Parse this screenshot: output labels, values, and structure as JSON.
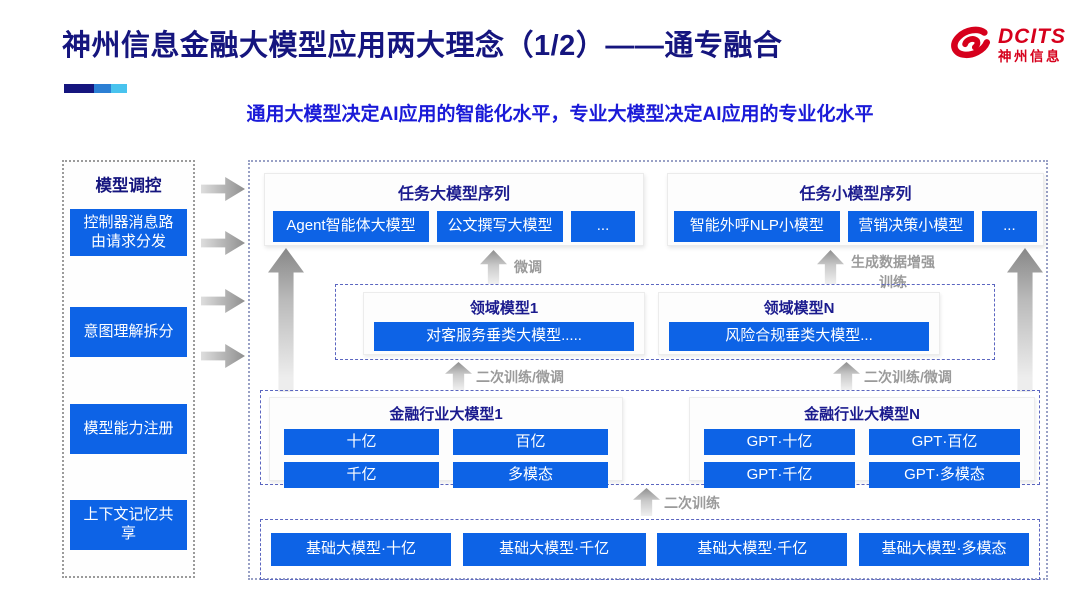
{
  "header": {
    "title": "神州信息金融大模型应用两大理念（1/2）——通专融合",
    "subtitle": "通用大模型决定AI应用的智能化水平，专业大模型决定AI应用的专业化水平",
    "logo_en": "DCITS",
    "logo_cn": "神州信息"
  },
  "colors": {
    "button_blue": "#0d63e6",
    "title_navy": "#15157e",
    "subtitle_blue": "#1a1ad8",
    "logo_red": "#d6001c",
    "label_gray": "#9a9a9a"
  },
  "sidebar": {
    "title": "模型调控",
    "items": [
      "控制器消息路由请求分发",
      "意图理解拆分",
      "模型能力注册",
      "上下文记忆共享"
    ]
  },
  "diagram": {
    "task_large": {
      "title": "任务大模型序列",
      "items": [
        "Agent智能体大模型",
        "公文撰写大模型",
        "..."
      ]
    },
    "task_small": {
      "title": "任务小模型序列",
      "items": [
        "智能外呼NLP小模型",
        "营销决策小模型",
        "..."
      ]
    },
    "labels": {
      "finetune": "微调",
      "gen_data_train": "生成数据增强训练",
      "retrain_finetune_left": "二次训练/微调",
      "retrain_finetune_right": "二次训练/微调",
      "retrain": "二次训练"
    },
    "domain_models": [
      {
        "title": "领域模型1",
        "item": "对客服务垂类大模型....."
      },
      {
        "title": "领域模型N",
        "item": "风险合规垂类大模型..."
      }
    ],
    "industry_models": [
      {
        "title": "金融行业大模型1",
        "items": [
          "十亿",
          "百亿",
          "千亿",
          "多模态"
        ]
      },
      {
        "title": "金融行业大模型N",
        "items": [
          "GPT·十亿",
          "GPT·百亿",
          "GPT·千亿",
          "GPT·多模态"
        ]
      }
    ],
    "base_models": [
      "基础大模型·十亿",
      "基础大模型·千亿",
      "基础大模型·千亿",
      "基础大模型·多模态"
    ]
  }
}
